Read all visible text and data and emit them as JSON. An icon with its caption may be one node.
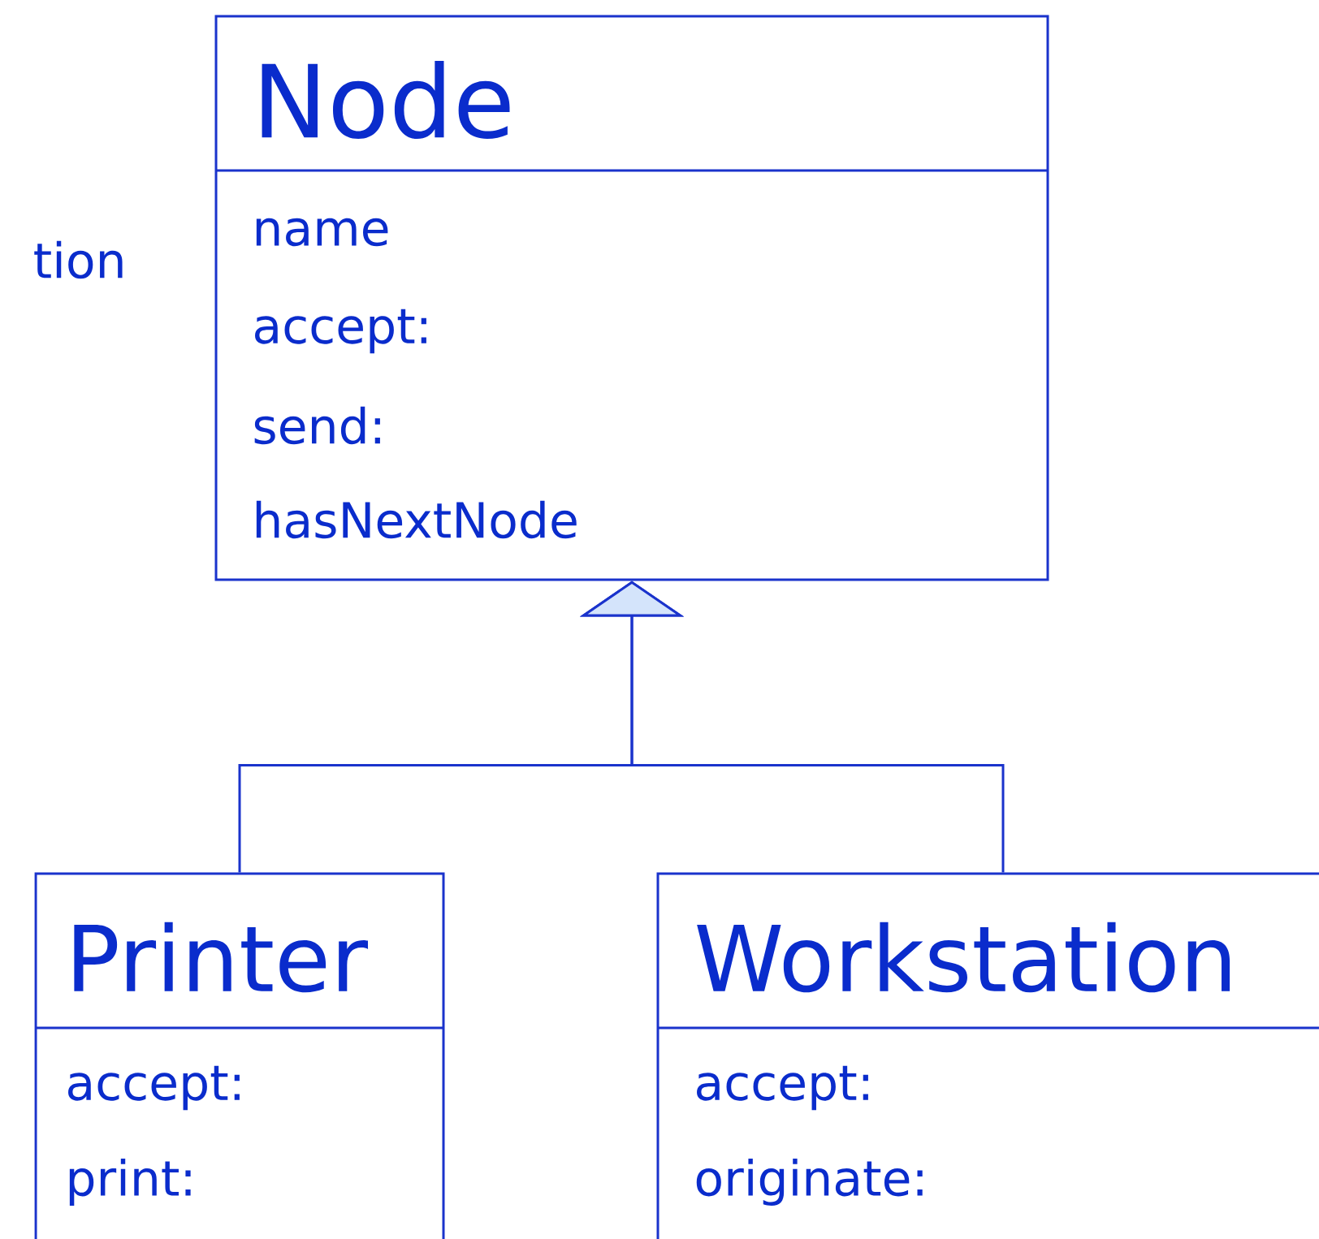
{
  "diagram": {
    "nodes": [
      {
        "text": [
          "Node",
          "name",
          "accept:",
          "send:",
          "hasNextNode"
        ]
      },
      {
        "text": [
          "Printer",
          "accept:",
          "print:"
        ]
      },
      {
        "text": [
          "Workstation",
          "accept:",
          "originate:"
        ]
      }
    ],
    "edges": [
      {
        "from": 1,
        "to": 0,
        "arrow": "to"
      },
      {
        "from": 2,
        "to": 0,
        "arrow": "to"
      }
    ],
    "labels": [
      "tion"
    ]
  }
}
